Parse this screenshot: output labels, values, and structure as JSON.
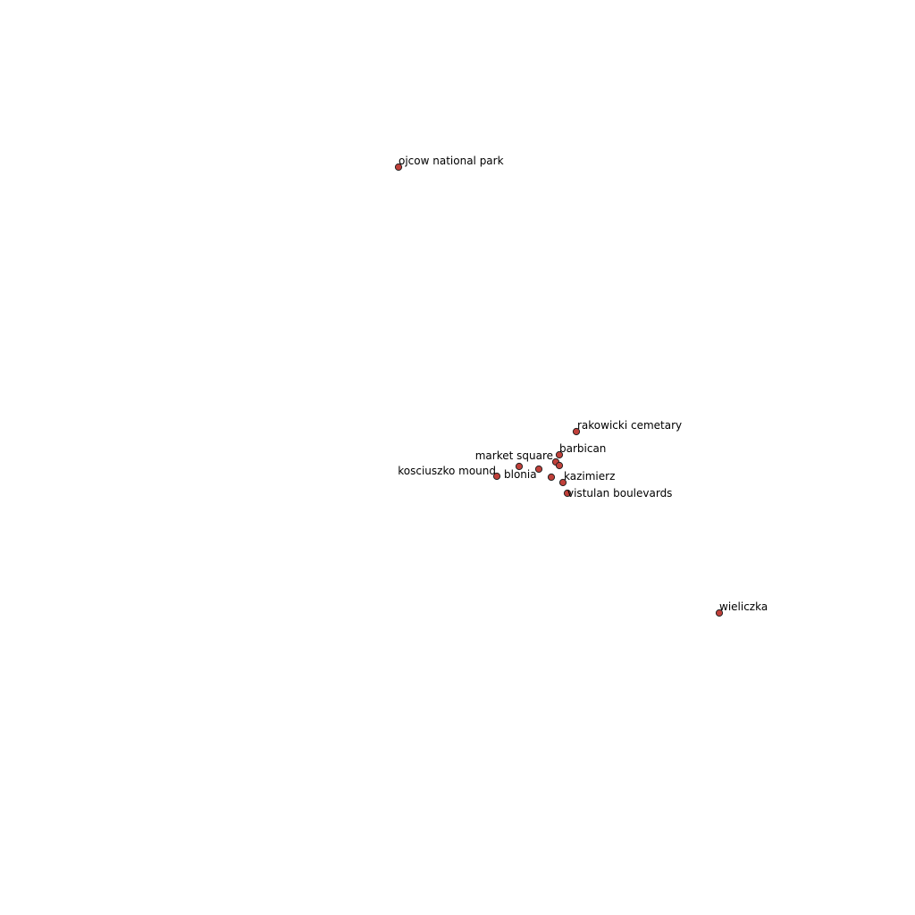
{
  "map": {
    "marker_color": "#c0403a",
    "marker_stroke": "#232323",
    "background": "#ffffff",
    "places": [
      {
        "id": "ojcow-national-park",
        "label": "ojcow national park"
      },
      {
        "id": "rakowicki-cemetary",
        "label": "rakowicki cemetary"
      },
      {
        "id": "barbican",
        "label": "barbican"
      },
      {
        "id": "market-square",
        "label": "market square"
      },
      {
        "id": "kosciuszko-mound",
        "label": "kosciuszko mound"
      },
      {
        "id": "blonia",
        "label": "blonia"
      },
      {
        "id": "kazimierz",
        "label": "kazimierz"
      },
      {
        "id": "vistulan-boulevards",
        "label": "vistulan boulevards"
      },
      {
        "id": "wieliczka",
        "label": "wieliczka"
      },
      {
        "id": "unlabeled-point-1",
        "label": ""
      },
      {
        "id": "unlabeled-point-2",
        "label": ""
      },
      {
        "id": "unlabeled-point-3",
        "label": ""
      }
    ]
  }
}
